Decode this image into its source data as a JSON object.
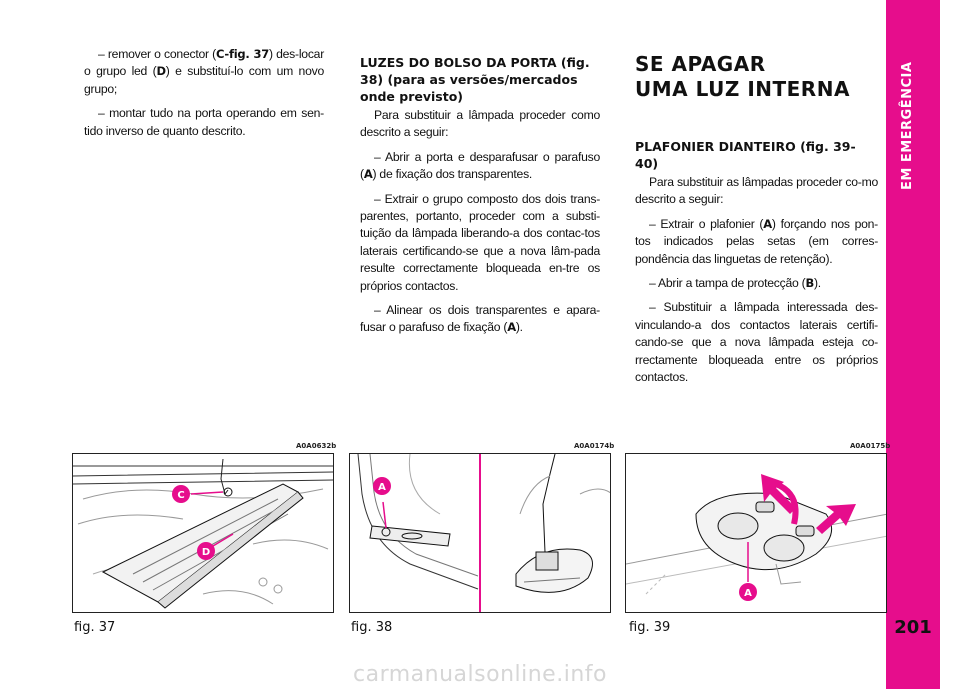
{
  "sidebar": {
    "section_title": "EM EMERGÊNCIA",
    "page_number": "201"
  },
  "column1": {
    "p1_a": "– remover o conector (",
    "p1_ref1": "C-fig. 37",
    "p1_b": ") des-locar o grupo led (",
    "p1_ref2": "D",
    "p1_c": ") e substituí-lo com um novo grupo;",
    "p2": "– montar tudo na porta operando em sen-tido inverso de quanto descrito."
  },
  "column2": {
    "heading": "LUZES DO BOLSO DA PORTA (fig. 38) (para as versões/mercados onde previsto)",
    "p1": "Para substituir a lâmpada proceder como descrito a seguir:",
    "p2_a": "– Abrir a porta e desparafusar o parafuso (",
    "p2_ref": "A",
    "p2_b": ") de fixação dos transparentes.",
    "p3": "– Extrair o grupo composto dos dois trans-parentes, portanto, proceder com a substi-tuição da lâmpada liberando-a dos contac-tos laterais certificando-se que a nova lâm-pada resulte correctamente bloqueada en-tre os próprios contactos.",
    "p4_a": "– Alinear os dois transparentes e apara-fusar o parafuso de fixação (",
    "p4_ref": "A",
    "p4_b": ")."
  },
  "column3": {
    "title_line1": "SE APAGAR",
    "title_line2": "UMA LUZ INTERNA",
    "heading": "PLAFONIER DIANTEIRO (fig. 39-40)",
    "p1": "Para substituir as lâmpadas proceder co-mo descrito a seguir:",
    "p2_a": "– Extrair o plafonier (",
    "p2_ref": "A",
    "p2_b": ") forçando nos pon-tos indicados pelas setas (em corres-pondência das linguetas de retenção).",
    "p3_a": "– Abrir a tampa de protecção (",
    "p3_ref": "B",
    "p3_b": ").",
    "p4": "– Substituir a lâmpada interessada des-vinculando-a dos contactos laterais certifi-cando-se que a nova lâmpada esteja co-rrectamente bloqueada entre os próprios contactos."
  },
  "figures": [
    {
      "code": "A0A0632b",
      "caption": "fig. 37",
      "markers": [
        "C",
        "D"
      ]
    },
    {
      "code": "A0A0174b",
      "caption": "fig. 38",
      "markers": [
        "A"
      ]
    },
    {
      "code": "A0A0175b",
      "caption": "fig. 39",
      "markers": [
        "A"
      ]
    }
  ],
  "watermark": "carmanualsonline.info",
  "colors": {
    "accent": "#e60d8c"
  }
}
